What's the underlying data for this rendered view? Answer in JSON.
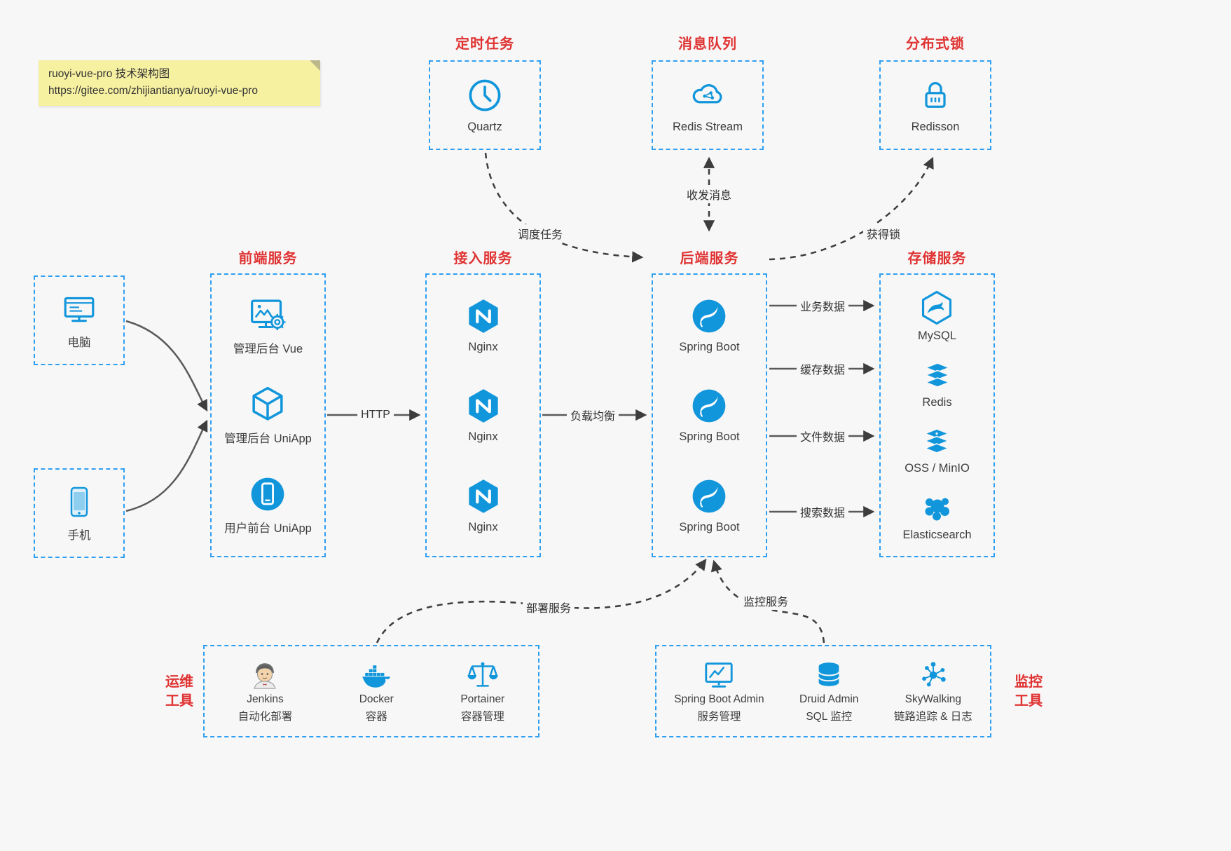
{
  "note": {
    "line1": "ruoyi-vue-pro 技术架构图",
    "line2": "https://gitee.com/zhijiantianya/ruoyi-vue-pro"
  },
  "top_services": [
    {
      "title": "定时任务",
      "label": "Quartz",
      "icon": "clock-icon"
    },
    {
      "title": "消息队列",
      "label": "Redis Stream",
      "icon": "cloud-stream-icon"
    },
    {
      "title": "分布式锁",
      "label": "Redisson",
      "icon": "lock-icon"
    }
  ],
  "clients": [
    {
      "label": "电脑",
      "icon": "desktop-monitor-icon"
    },
    {
      "label": "手机",
      "icon": "mobile-phone-icon"
    }
  ],
  "columns": {
    "frontend": {
      "title": "前端服务",
      "items": [
        {
          "label": "管理后台 Vue",
          "icon": "admin-vue-icon"
        },
        {
          "label": "管理后台 UniApp",
          "icon": "uniapp-cube-icon"
        },
        {
          "label": "用户前台 UniApp",
          "icon": "user-app-icon"
        }
      ]
    },
    "gateway": {
      "title": "接入服务",
      "items": [
        {
          "label": "Nginx",
          "icon": "nginx-icon"
        },
        {
          "label": "Nginx",
          "icon": "nginx-icon"
        },
        {
          "label": "Nginx",
          "icon": "nginx-icon"
        }
      ]
    },
    "backend": {
      "title": "后端服务",
      "items": [
        {
          "label": "Spring Boot",
          "icon": "spring-boot-icon"
        },
        {
          "label": "Spring Boot",
          "icon": "spring-boot-icon"
        },
        {
          "label": "Spring Boot",
          "icon": "spring-boot-icon"
        }
      ]
    },
    "storage": {
      "title": "存储服务",
      "items": [
        {
          "label": "MySQL",
          "icon": "mysql-icon"
        },
        {
          "label": "Redis",
          "icon": "redis-stack-icon"
        },
        {
          "label": "OSS / MinIO",
          "icon": "object-storage-icon"
        },
        {
          "label": "Elasticsearch",
          "icon": "elasticsearch-icon"
        }
      ]
    }
  },
  "edges": {
    "http": "HTTP",
    "load_balance": "负载均衡",
    "schedule": "调度任务",
    "messaging": "收发消息",
    "lock": "获得锁",
    "business_data": "业务数据",
    "cache_data": "缓存数据",
    "file_data": "文件数据",
    "search_data": "搜索数据",
    "deploy": "部署服务",
    "monitor": "监控服务"
  },
  "ops_tools": {
    "side_title": "运维\n工具",
    "items": [
      {
        "name": "Jenkins",
        "desc": "自动化部署",
        "icon": "jenkins-icon"
      },
      {
        "name": "Docker",
        "desc": "容器",
        "icon": "docker-icon"
      },
      {
        "name": "Portainer",
        "desc": "容器管理",
        "icon": "portainer-icon"
      }
    ]
  },
  "monitor_tools": {
    "side_title": "监控\n工具",
    "items": [
      {
        "name": "Spring Boot Admin",
        "desc": "服务管理",
        "icon": "spring-boot-admin-icon"
      },
      {
        "name": "Druid Admin",
        "desc": "SQL 监控",
        "icon": "druid-database-icon"
      },
      {
        "name": "SkyWalking",
        "desc": "链路追踪 & 日志",
        "icon": "skywalking-icon"
      }
    ]
  },
  "colors": {
    "icon_blue": "#1296db",
    "border_blue": "#2f9ff2",
    "title_red": "#e03333",
    "note_yellow": "#f6f0a1"
  }
}
